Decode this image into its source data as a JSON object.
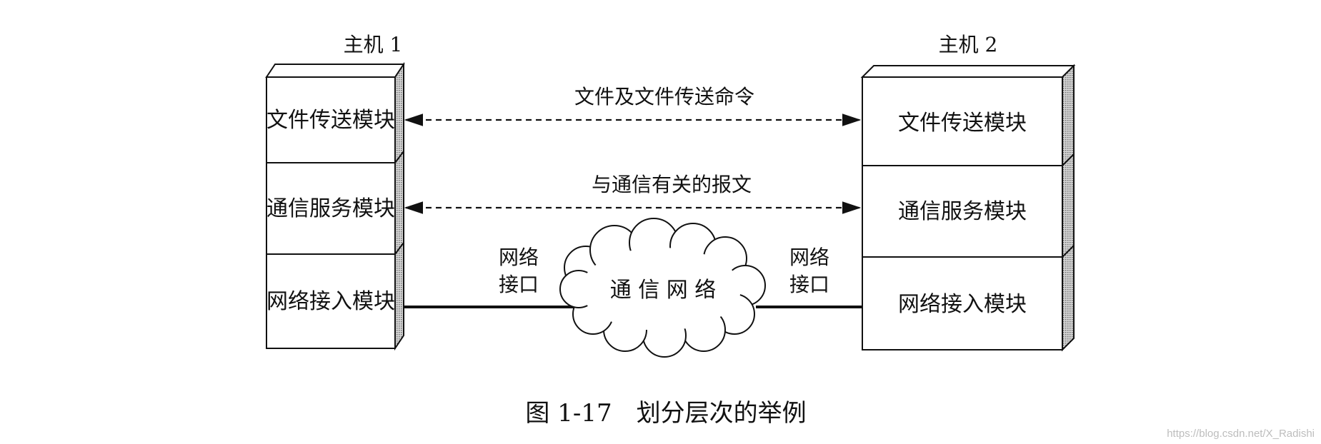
{
  "host1": {
    "title": "主机 1",
    "modules": [
      "文件传送模块",
      "通信服务模块",
      "网络接入模块"
    ]
  },
  "host2": {
    "title": "主机 2",
    "modules": [
      "文件传送模块",
      "通信服务模块",
      "网络接入模块"
    ]
  },
  "links": {
    "file_transfer": "文件及文件传送命令",
    "comm_messages": "与通信有关的报文"
  },
  "network": {
    "iface_left": [
      "网络",
      "接口"
    ],
    "iface_right": [
      "网络",
      "接口"
    ],
    "cloud_label": "通 信 网 络"
  },
  "caption": "图 1-17　划分层次的举例",
  "watermark": "https://blog.csdn.net/X_Radishi"
}
